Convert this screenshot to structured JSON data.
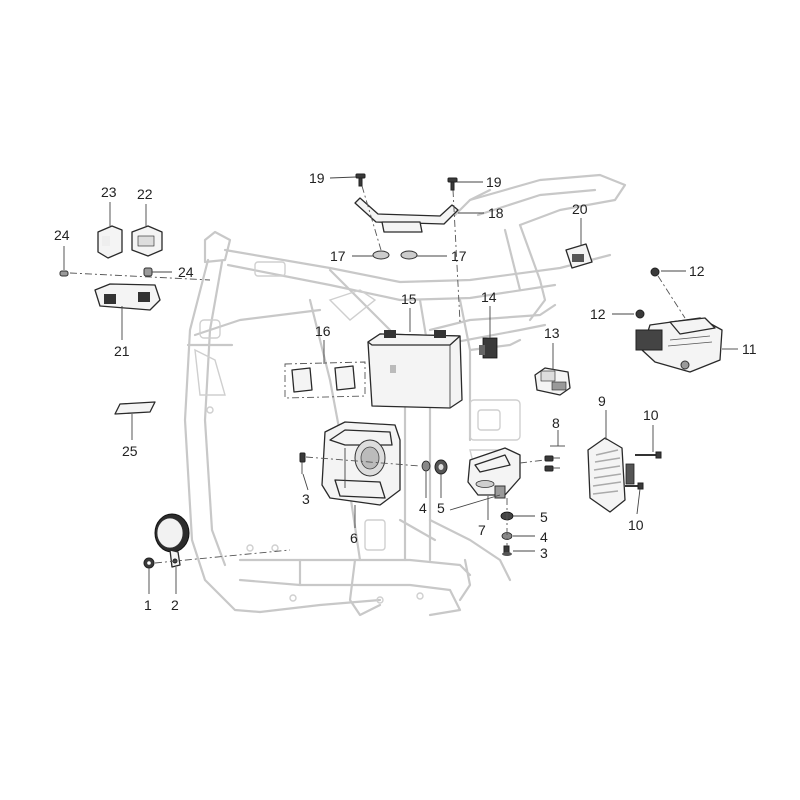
{
  "callouts": {
    "c1": "1",
    "c2": "2",
    "c3a": "3",
    "c3b": "3",
    "c4a": "4",
    "c4b": "4",
    "c5a": "5",
    "c5b": "5",
    "c6": "6",
    "c7": "7",
    "c8": "8",
    "c9": "9",
    "c10a": "10",
    "c10b": "10",
    "c11": "11",
    "c12a": "12",
    "c12b": "12",
    "c13": "13",
    "c14": "14",
    "c15": "15",
    "c16": "16",
    "c17a": "17",
    "c17b": "17",
    "c18": "18",
    "c19a": "19",
    "c19b": "19",
    "c20": "20",
    "c21": "21",
    "c22": "22",
    "c23": "23",
    "c24a": "24",
    "c24b": "24",
    "c25": "25"
  }
}
